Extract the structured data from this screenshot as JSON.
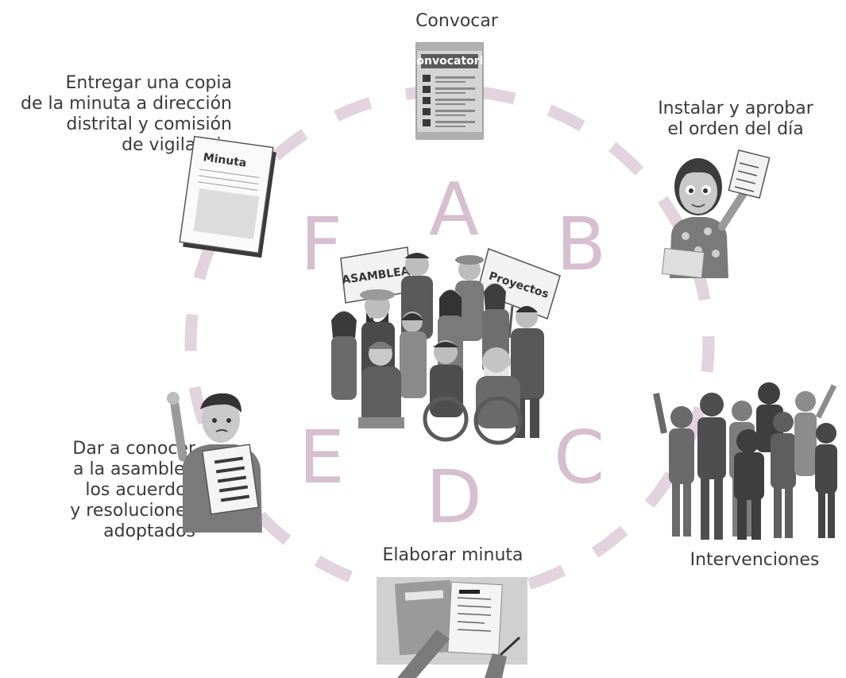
{
  "colors": {
    "ring": "#e3d3df",
    "letters": "#d6bfd0",
    "text": "#3a3a3a",
    "illustration_dark": "#4a4a4a",
    "illustration_mid": "#8a8a8a",
    "illustration_light": "#c8c8c8"
  },
  "steps": [
    {
      "letter": "A",
      "lines": [
        "Convocar"
      ]
    },
    {
      "letter": "B",
      "lines": [
        "Instalar y aprobar",
        "el orden del día"
      ]
    },
    {
      "letter": "C",
      "lines": [
        "Intervenciones"
      ]
    },
    {
      "letter": "D",
      "lines": [
        "Elaborar minuta"
      ]
    },
    {
      "letter": "E",
      "lines": [
        "Dar a conocer",
        "a la asamblea",
        "los acuerdos",
        "y resoluciones",
        "adoptados"
      ]
    },
    {
      "letter": "F",
      "lines": [
        "Entregar una copia",
        "de la minuta a dirección",
        "distrital y comisión",
        "de vigilancia"
      ]
    }
  ],
  "illustrations": {
    "convocatoria_title": "Convocatoria",
    "minuta_title": "Minuta",
    "sign_left": "ASAMBLEA",
    "sign_right": "Proyectos"
  }
}
